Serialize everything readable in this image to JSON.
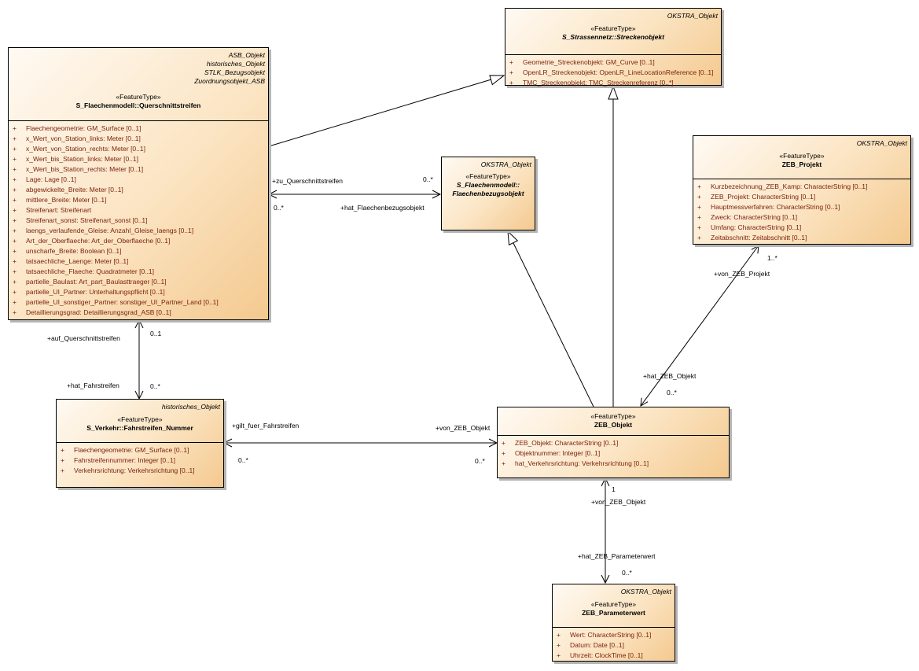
{
  "classes": {
    "strecken": {
      "parents": [
        "OKSTRA_Objekt"
      ],
      "stereotype": "«FeatureType»",
      "name": "S_Strassennetz::Streckenobjekt",
      "attributes": [
        "Geometrie_Streckenobjekt: GM_Curve [0..1]",
        "OpenLR_Streckenobjekt: OpenLR_LineLocationReference [0..1]",
        "TMC_Streckenobjekt: TMC_Streckenreferenz [0..*]"
      ]
    },
    "querschnitt": {
      "parents": [
        "ASB_Objekt",
        "historisches_Objekt",
        "STLK_Bezugsobjekt",
        "Zuordnungsobjekt_ASB"
      ],
      "stereotype": "«FeatureType»",
      "name": "S_Flaechenmodell::Querschnittstreifen",
      "attributes": [
        "Flaechengeometrie: GM_Surface [0..1]",
        "x_Wert_von_Station_links: Meter [0..1]",
        "x_Wert_von_Station_rechts: Meter [0..1]",
        "x_Wert_bis_Station_links: Meter [0..1]",
        "x_Wert_bis_Station_rechts: Meter [0..1]",
        "Lage: Lage [0..1]",
        "abgewickelte_Breite: Meter [0..1]",
        "mittlere_Breite: Meter [0..1]",
        "Streifenart: Streifenart",
        "Streifenart_sonst: Streifenart_sonst [0..1]",
        "laengs_verlaufende_Gleise: Anzahl_Gleise_laengs [0..1]",
        "Art_der_Oberflaeche: Art_der_Oberflaeche [0..1]",
        "unscharfe_Breite: Boolean [0..1]",
        "tatsaechliche_Laenge: Meter [0..1]",
        "tatsaechliche_Flaeche: Quadratmeter [0..1]",
        "partielle_Baulast: Art_part_Baulasttraeger [0..1]",
        "partielle_UI_Partner: Unterhaltungspflicht [0..1]",
        "partielle_UI_sonstiger_Partner: sonstiger_UI_Partner_Land [0..1]",
        "Detaillierungsgrad: Detaillierungsgrad_ASB [0..1]"
      ]
    },
    "flaechenbezug": {
      "parents": [
        "OKSTRA_Objekt"
      ],
      "stereotype": "«FeatureType»",
      "name": "S_Flaechenmodell::",
      "name2": "Flaechenbezugsobjekt",
      "attributes": []
    },
    "zebprojekt": {
      "parents": [
        "OKSTRA_Objekt"
      ],
      "stereotype": "«FeatureType»",
      "name": "ZEB_Projekt",
      "attributes": [
        "Kurzbezeichnung_ZEB_Kamp: CharacterString [0..1]",
        "ZEB_Projekt: CharacterString [0..1]",
        "Hauptmessverfahren: CharacterString [0..1]",
        "Zweck: CharacterString [0..1]",
        "Umfang: CharacterString [0..1]",
        "Zeitabschnitt: Zeitabschnitt [0..1]"
      ]
    },
    "fahrstreifen": {
      "parents": [
        "historisches_Objekt"
      ],
      "stereotype": "«FeatureType»",
      "name": "S_Verkehr::Fahrstreifen_Nummer",
      "attributes": [
        "Flaechengeometrie: GM_Surface [0..1]",
        "Fahrstreifennummer: Integer [0..1]",
        "Verkehrsrichtung: Verkehrsrichtung [0..1]"
      ]
    },
    "zebobjekt": {
      "parents": [],
      "stereotype": "«FeatureType»",
      "name": "ZEB_Objekt",
      "attributes": [
        "ZEB_Objekt: CharacterString [0..1]",
        "Objektnummer: Integer [0..1]",
        "hat_Verkehrsrichtung: Verkehrsrichtung [0..1]"
      ]
    },
    "zebparam": {
      "parents": [
        "OKSTRA_Objekt"
      ],
      "stereotype": "«FeatureType»",
      "name": "ZEB_Parameterwert",
      "attributes": [
        "Wert: CharacterString [0..1]",
        "Datum: Date [0..1]",
        "Uhrzeit: ClockTime [0..1]"
      ]
    }
  },
  "visibility": "+",
  "labels": {
    "zu_querschnittstreifen": "+zu_Querschnittstreifen",
    "m_qs_fb_right": "0..*",
    "m_qs_fb_left": "0..*",
    "hat_flaechenbezugsobjekt": "+hat_Flaechenbezugsobjekt",
    "auf_querschnittstreifen": "+auf_Querschnittstreifen",
    "m_qs_01": "0..1",
    "hat_fahrstreifen": "+hat_Fahrstreifen",
    "m_fs_top": "0..*",
    "gilt_fuer_fahrstreifen": "+gilt_fuer_Fahrstreifen",
    "m_fs_right": "0..*",
    "von_zeb_objekt_1": "+von_ZEB_Objekt",
    "m_zeb_left": "0..*",
    "von_zeb_projekt": "+von_ZEB_Projekt",
    "m_proj_1": "1..*",
    "hat_zeb_objekt": "+hat_ZEB_Objekt",
    "m_zeb_top": "0..*",
    "m_zeb_1": "1",
    "von_zeb_objekt_2": "+von_ZEB_Objekt",
    "hat_zeb_parameterwert": "+hat_ZEB_Parameterwert",
    "m_param": "0..*"
  }
}
